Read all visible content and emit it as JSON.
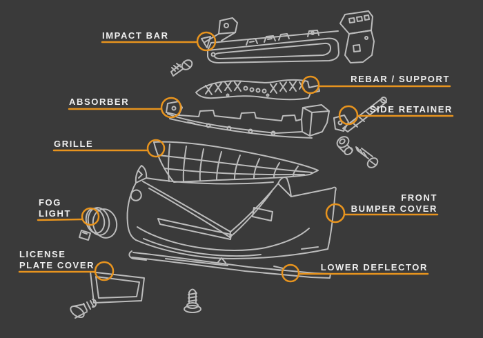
{
  "colors": {
    "bg": "#3a3a3a",
    "line": "#bcbcbc",
    "accent": "#e8941e",
    "text": "#efefef"
  },
  "labels": [
    {
      "name": "impact-bar",
      "lines": [
        "IMPACT BAR"
      ]
    },
    {
      "name": "rebar-support",
      "lines": [
        "REBAR / SUPPORT"
      ]
    },
    {
      "name": "absorber",
      "lines": [
        "ABSORBER"
      ]
    },
    {
      "name": "side-retainer",
      "lines": [
        "SIDE RETAINER"
      ]
    },
    {
      "name": "grille",
      "lines": [
        "GRILLE"
      ]
    },
    {
      "name": "fog-light",
      "lines": [
        "FOG",
        "LIGHT"
      ]
    },
    {
      "name": "license-plate-cover",
      "lines": [
        "LICENSE",
        "PLATE COVER"
      ]
    },
    {
      "name": "front-bumper-cover",
      "lines": [
        "FRONT",
        "BUMPER COVER"
      ]
    },
    {
      "name": "lower-deflector",
      "lines": [
        "LOWER DEFLECTOR"
      ]
    }
  ],
  "hardware_icons": [
    "screw-icon",
    "push-pin-clip-icon",
    "retainer-clip-icon",
    "bolt-icon"
  ]
}
